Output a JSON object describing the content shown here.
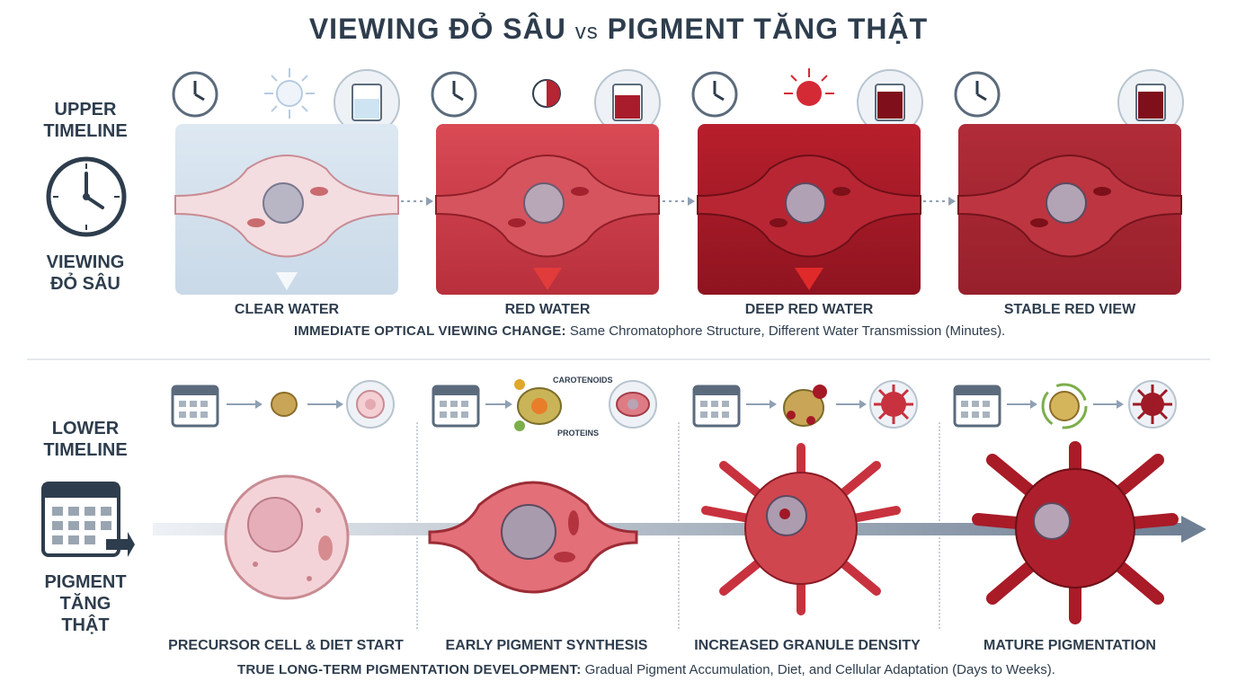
{
  "title": {
    "part1": "VIEWING ĐỎ SÂU",
    "vs": "vs",
    "part2": "PIGMENT TĂNG THẬT"
  },
  "upper": {
    "side_label_1": "UPPER",
    "side_label_2": "TIMELINE",
    "side_sub_1": "VIEWING",
    "side_sub_2": "ĐỎ SÂU",
    "stages": [
      "CLEAR WATER",
      "RED WATER",
      "DEEP RED WATER",
      "STABLE RED VIEW"
    ],
    "caption_bold": "IMMEDIATE OPTICAL VIEWING CHANGE:",
    "caption_text": " Same Chromatophore Structure, Different Water Transmission (Minutes)."
  },
  "lower": {
    "side_label_1": "LOWER",
    "side_label_2": "TIMELINE",
    "side_sub_1": "PIGMENT",
    "side_sub_2": "TĂNG THẬT",
    "stages": [
      "PRECURSOR CELL & DIET START",
      "EARLY PIGMENT SYNTHESIS",
      "INCREASED GRANULE DENSITY",
      "MATURE PIGMENTATION"
    ],
    "label_carotenoids": "CAROTENOIDS",
    "label_proteins": "PROTEINS",
    "caption_bold": "TRUE LONG-TERM PIGMENTATION DEVELOPMENT:",
    "caption_text": " Gradual Pigment Accumulation, Diet, and Cellular Adaptation (Days to Weeks)."
  },
  "colors": {
    "title": "#2e3d4d",
    "clear_water": "#d6e3ef",
    "red_water": "#c93a46",
    "deep_red_water": "#a51926",
    "stable_red": "#a3252f",
    "arrow_grey": "#8fa0b3"
  },
  "icons": [
    "clock-icon",
    "sun-icon",
    "beaker-icon",
    "calendar-icon",
    "arrow-right-icon"
  ]
}
